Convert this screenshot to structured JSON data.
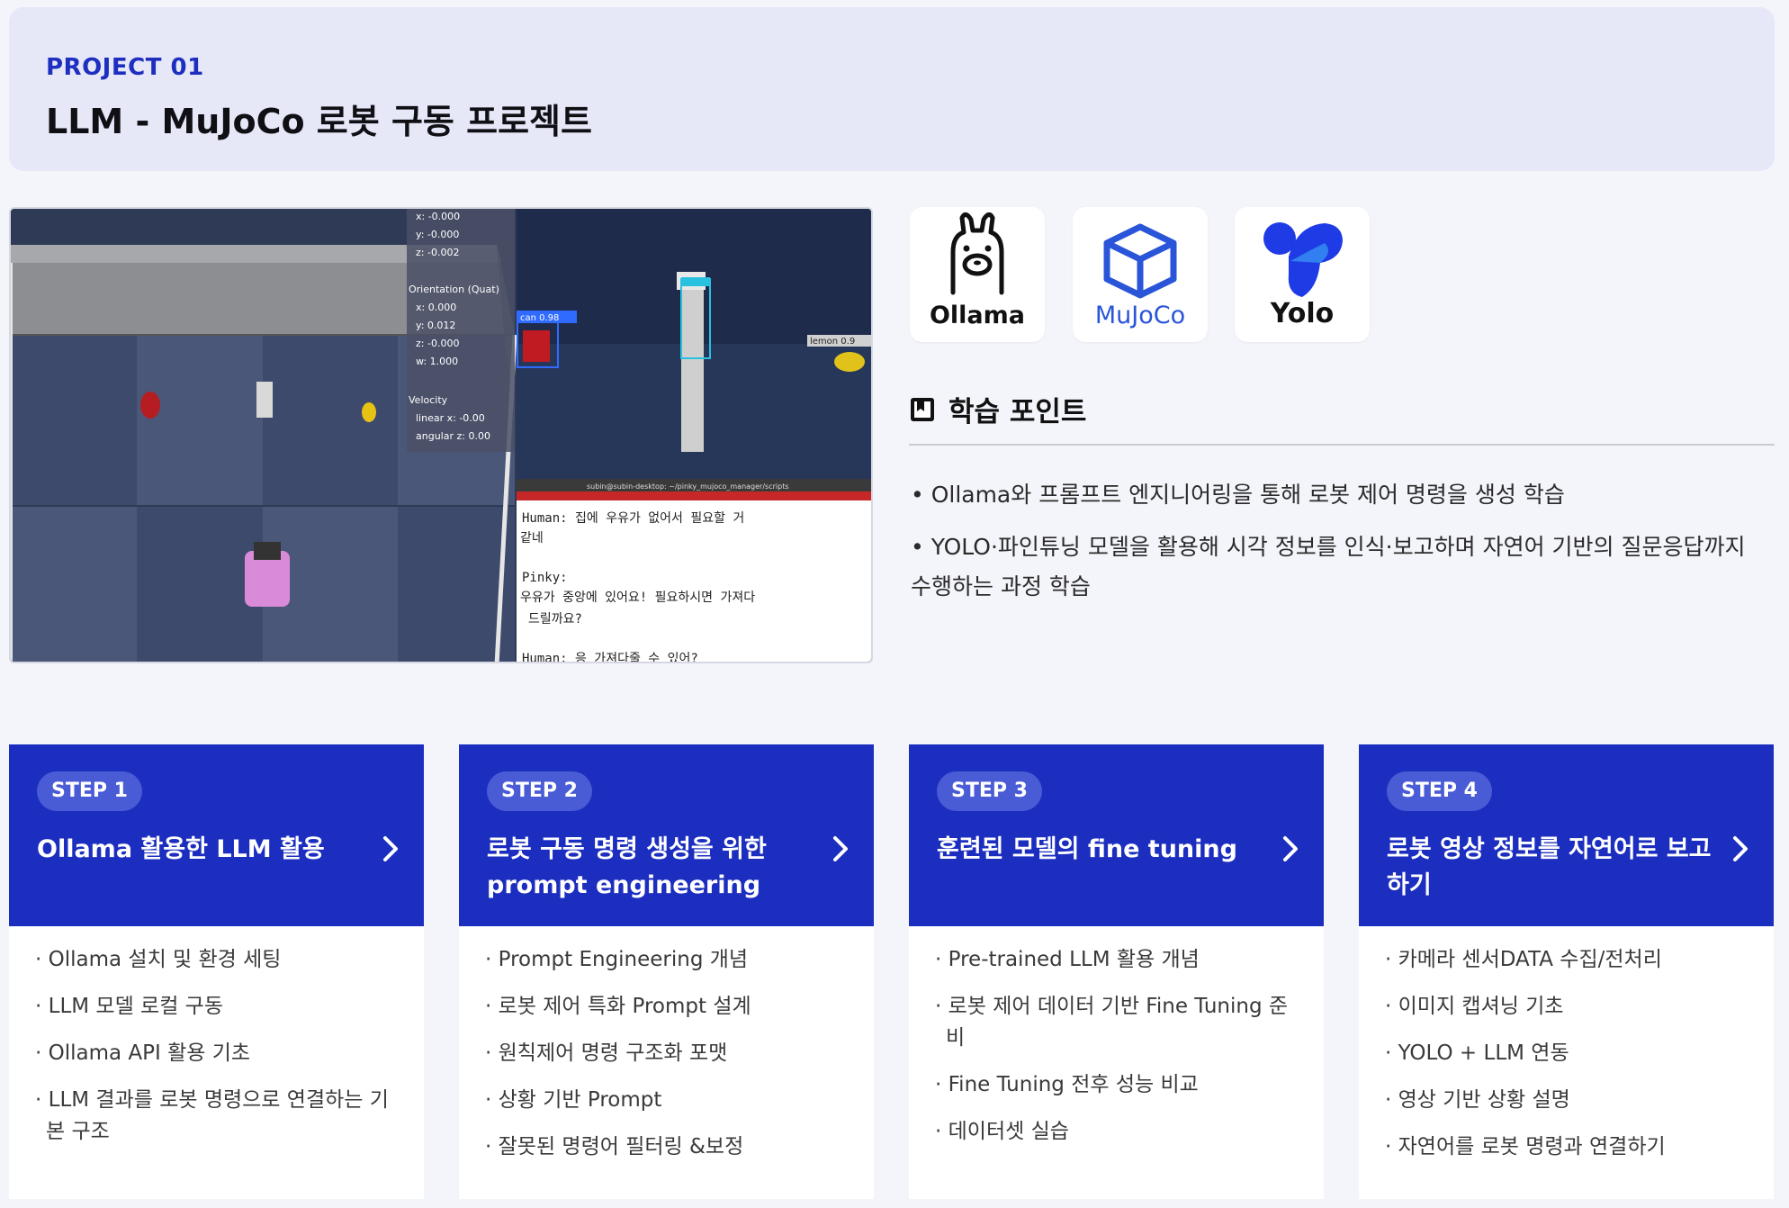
{
  "header": {
    "project_label": "PROJECT 01",
    "title": "LLM - MuJoCo 로봇 구동 프로젝트"
  },
  "screenshot": {
    "overlay": {
      "pos_x": "x: -0.000",
      "pos_y": "y: -0.000",
      "pos_z": "z: -0.002",
      "orientation_label": "Orientation (Quat)",
      "quat_x": "x: 0.000",
      "quat_y": "y: 0.012",
      "quat_z": "z: -0.000",
      "quat_w": "w: 1.000",
      "velocity_label": "Velocity",
      "linear": "linear x: -0.00",
      "angular": "angular z: 0.00"
    },
    "detections": {
      "can": "can 0.98",
      "lemon": "lemon 0.9"
    },
    "terminal": {
      "title": "subin@subin-desktop: ~/pinky_mujoco_manager/scripts",
      "line1": "Human: 집에 우유가 없어서 필요할 거",
      "line2": "같네",
      "line3": "Pinky:",
      "line4": "우유가 중앙에 있어요! 필요하시면 가져다",
      "line5": "드릴까요?",
      "line6": "Human: 응 가져다줄 수 있어?"
    }
  },
  "logos": {
    "ollama": "Ollama",
    "mujoco": "MuJoCo",
    "yolo": "Yolo"
  },
  "learning_points": {
    "heading": "학습 포인트",
    "items": [
      "• Ollama와 프롬프트 엔지니어링을 통해 로봇 제어 명령을 생성 학습",
      "• YOLO·파인튜닝 모델을 활용해 시각 정보를 인식·보고하며 자연어 기반의 질문응답까지 수행하는 과정 학습"
    ]
  },
  "steps": [
    {
      "badge": "STEP 1",
      "title": "Ollama 활용한 LLM 활용",
      "items": [
        "Ollama 설치 및 환경 세팅",
        "LLM 모델 로컬 구동",
        "Ollama API 활용 기초",
        "LLM 결과를 로봇 명령으로 연결하는 기본 구조"
      ]
    },
    {
      "badge": "STEP 2",
      "title": "로봇 구동 명령 생성을 위한 prompt engineering",
      "items": [
        "Prompt Engineering 개념",
        "로봇 제어 특화 Prompt 설계",
        "원칙제어 명령 구조화 포맷",
        "상황 기반 Prompt",
        "잘못된 명령어 필터링 &보정"
      ]
    },
    {
      "badge": "STEP 3",
      "title": "훈련된 모델의 fine tuning",
      "items": [
        "Pre-trained LLM 활용 개념",
        "로봇 제어 데이터 기반 Fine Tuning 준비",
        "Fine Tuning 전후 성능 비교",
        "데이터셋 실습"
      ]
    },
    {
      "badge": "STEP 4",
      "title": "로봇 영상 정보를 자연어로 보고하기",
      "items": [
        "카메라 센서DATA 수집/전처리",
        "이미지 캡셔닝 기초",
        "YOLO + LLM 연동",
        "영상 기반 상황 설명",
        "자연어를 로봇 명령과 연결하기"
      ]
    }
  ],
  "colors": {
    "primary": "#1c2ebf",
    "header_bg": "#e6e8f8",
    "badge_bg": "#4a5bd6",
    "page_bg": "#f4f5fb"
  }
}
